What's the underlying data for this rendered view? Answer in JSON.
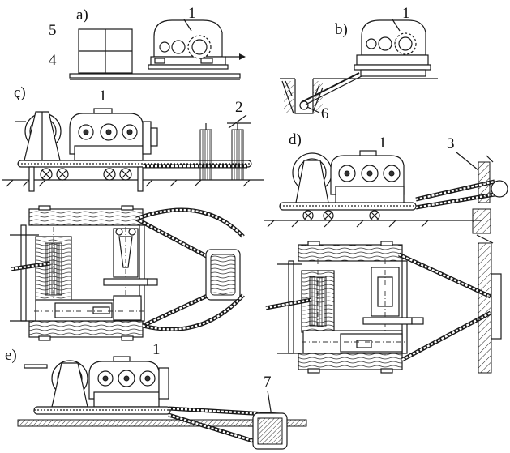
{
  "labels": {
    "a": "a)",
    "b": "b)",
    "c": "ç)",
    "d": "d)",
    "e": "e)"
  },
  "callouts": {
    "n1": "1",
    "n2": "2",
    "n3": "3",
    "n4": "4",
    "n5": "5",
    "n6": "6",
    "n7": "7"
  },
  "colors": {
    "line": "#1a1a1a",
    "background": "#ffffff"
  }
}
